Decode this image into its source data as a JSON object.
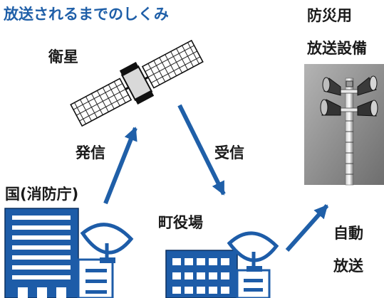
{
  "title": "放送されるまでのしくみ",
  "nodes": {
    "satellite": {
      "label": "衛星"
    },
    "agency": {
      "label": "国(消防庁)"
    },
    "townhall": {
      "label": "町役場"
    },
    "speaker": {
      "label_line1": "防災用",
      "label_line2": "放送設備"
    }
  },
  "edges": {
    "send": {
      "label": "発信"
    },
    "receive": {
      "label": "受信"
    },
    "auto": {
      "label_line1": "自動",
      "label_line2": "放送"
    }
  },
  "colors": {
    "accent": "#1f5fa8",
    "building": "#1d5ca8",
    "text": "#1a1a1a",
    "photo_bg": "#8e8e8e"
  }
}
